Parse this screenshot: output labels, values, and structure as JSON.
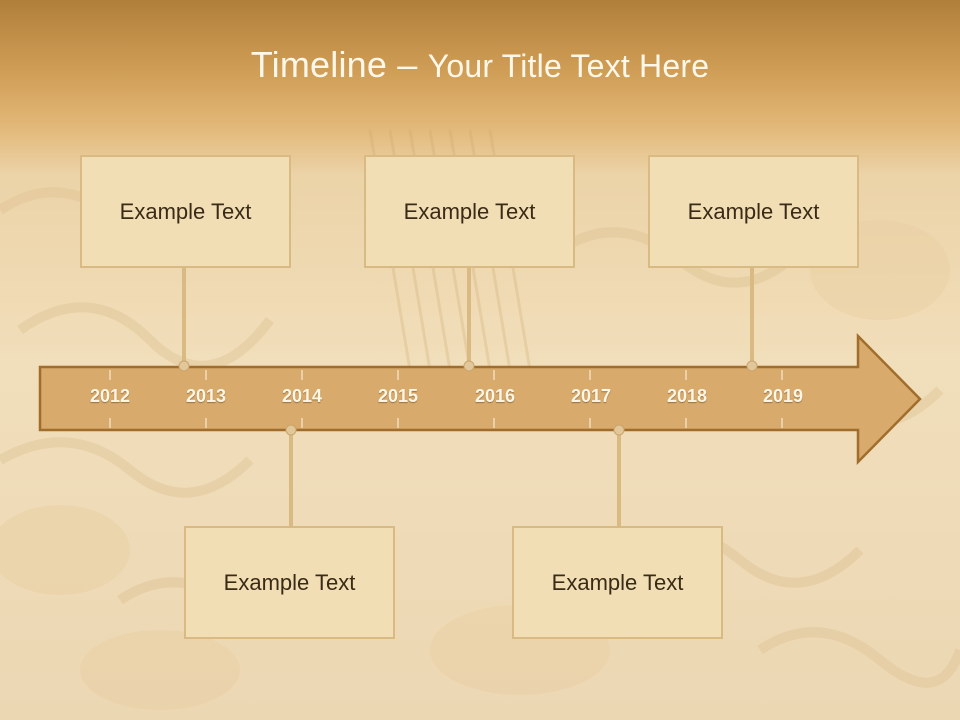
{
  "slide": {
    "title_main": "Timeline – ",
    "title_sub": "Your Title Text Here"
  },
  "timeline": {
    "years": [
      "2012",
      "2013",
      "2014",
      "2015",
      "2016",
      "2017",
      "2018",
      "2019"
    ],
    "events_top": [
      {
        "text": "Example Text"
      },
      {
        "text": "Example Text"
      },
      {
        "text": "Example Text"
      }
    ],
    "events_bottom": [
      {
        "text": "Example Text"
      },
      {
        "text": "Example Text"
      }
    ]
  },
  "colors": {
    "arrow_fill": "#d8aa6b",
    "arrow_stroke": "#a06d2c",
    "box_fill": "#f2deb5",
    "box_border": "#d9ba82",
    "connector": "#d9ba82",
    "title_band": "#cf9d55"
  }
}
